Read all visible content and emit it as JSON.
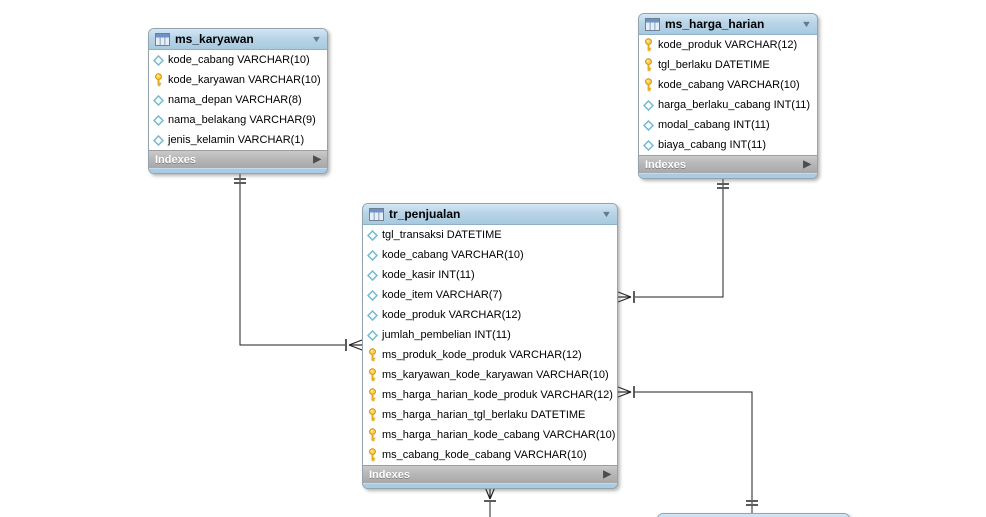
{
  "diagram": {
    "tables": [
      {
        "id": "ms_karyawan",
        "title": "ms_karyawan",
        "header_icon": "table-icon",
        "collapse_icon": "chevron-down-icon",
        "columns": [
          {
            "icon": "diamond-icon",
            "text": "kode_cabang VARCHAR(10)"
          },
          {
            "icon": "key-icon",
            "text": "kode_karyawan VARCHAR(10)"
          },
          {
            "icon": "diamond-icon",
            "text": "nama_depan VARCHAR(8)"
          },
          {
            "icon": "diamond-icon",
            "text": "nama_belakang VARCHAR(9)"
          },
          {
            "icon": "diamond-icon",
            "text": "jenis_kelamin VARCHAR(1)"
          }
        ],
        "footer": "Indexes",
        "footer_icon": "triangle-right-icon"
      },
      {
        "id": "ms_harga_harian",
        "title": "ms_harga_harian",
        "header_icon": "table-icon",
        "collapse_icon": "chevron-down-icon",
        "columns": [
          {
            "icon": "key-icon",
            "text": "kode_produk VARCHAR(12)"
          },
          {
            "icon": "key-icon",
            "text": "tgl_berlaku DATETIME"
          },
          {
            "icon": "key-icon",
            "text": "kode_cabang VARCHAR(10)"
          },
          {
            "icon": "diamond-icon",
            "text": "harga_berlaku_cabang INT(11)"
          },
          {
            "icon": "diamond-icon",
            "text": "modal_cabang INT(11)"
          },
          {
            "icon": "diamond-icon",
            "text": "biaya_cabang INT(11)"
          }
        ],
        "footer": "Indexes",
        "footer_icon": "triangle-right-icon"
      },
      {
        "id": "tr_penjualan",
        "title": "tr_penjualan",
        "header_icon": "table-icon",
        "collapse_icon": "chevron-down-icon",
        "columns": [
          {
            "icon": "diamond-icon",
            "text": "tgl_transaksi DATETIME"
          },
          {
            "icon": "diamond-icon",
            "text": "kode_cabang VARCHAR(10)"
          },
          {
            "icon": "diamond-icon",
            "text": "kode_kasir INT(11)"
          },
          {
            "icon": "diamond-icon",
            "text": "kode_item VARCHAR(7)"
          },
          {
            "icon": "diamond-icon",
            "text": "kode_produk VARCHAR(12)"
          },
          {
            "icon": "diamond-icon",
            "text": "jumlah_pembelian INT(11)"
          },
          {
            "icon": "key-icon",
            "text": "ms_produk_kode_produk VARCHAR(12)"
          },
          {
            "icon": "key-icon",
            "text": "ms_karyawan_kode_karyawan VARCHAR(10)"
          },
          {
            "icon": "key-icon",
            "text": "ms_harga_harian_kode_produk VARCHAR(12)"
          },
          {
            "icon": "key-icon",
            "text": "ms_harga_harian_tgl_berlaku DATETIME"
          },
          {
            "icon": "key-icon",
            "text": "ms_harga_harian_kode_cabang VARCHAR(10)"
          },
          {
            "icon": "key-icon",
            "text": "ms_cabang_kode_cabang VARCHAR(10)"
          }
        ],
        "footer": "Indexes",
        "footer_icon": "triangle-right-icon"
      },
      {
        "id": "partial_table_bottom",
        "title": "",
        "header_icon": "table-icon",
        "collapse_icon": "chevron-down-icon",
        "columns": [],
        "footer": "",
        "footer_icon": ""
      }
    ],
    "relationships": [
      {
        "id": "rel-ms_karyawan-tr_penjualan",
        "from": "ms_karyawan",
        "to": "tr_penjualan",
        "from_cardinality": "one-mandatory",
        "to_cardinality": "many-mandatory"
      },
      {
        "id": "rel-ms_harga_harian-tr_penjualan",
        "from": "ms_harga_harian",
        "to": "tr_penjualan",
        "from_cardinality": "one-mandatory",
        "to_cardinality": "many-mandatory"
      },
      {
        "id": "rel-bottom_table-tr_penjualan",
        "from": "partial_table_bottom",
        "to": "tr_penjualan",
        "from_cardinality": "one-mandatory",
        "to_cardinality": "many-mandatory"
      },
      {
        "id": "rel-tr_penjualan-offscreen",
        "from": "tr_penjualan",
        "to": "offscreen-bottom",
        "from_cardinality": "many-mandatory",
        "to_cardinality": "offscreen"
      }
    ],
    "colors": {
      "header_bg": "#b8d4e8",
      "header_border": "#8fb0c9",
      "row_bg": "#ffffff",
      "indexes_bg": "#b6b6b6",
      "indexes_text": "#ffffff",
      "footer_strip": "#a9cce4",
      "key_icon_fill": "#ffd34e",
      "key_icon_stroke": "#c9920e",
      "diamond_icon_stroke": "#74b9cf",
      "relationship_line": "#222222",
      "cardinality_tick": "#5c5c5c"
    }
  }
}
